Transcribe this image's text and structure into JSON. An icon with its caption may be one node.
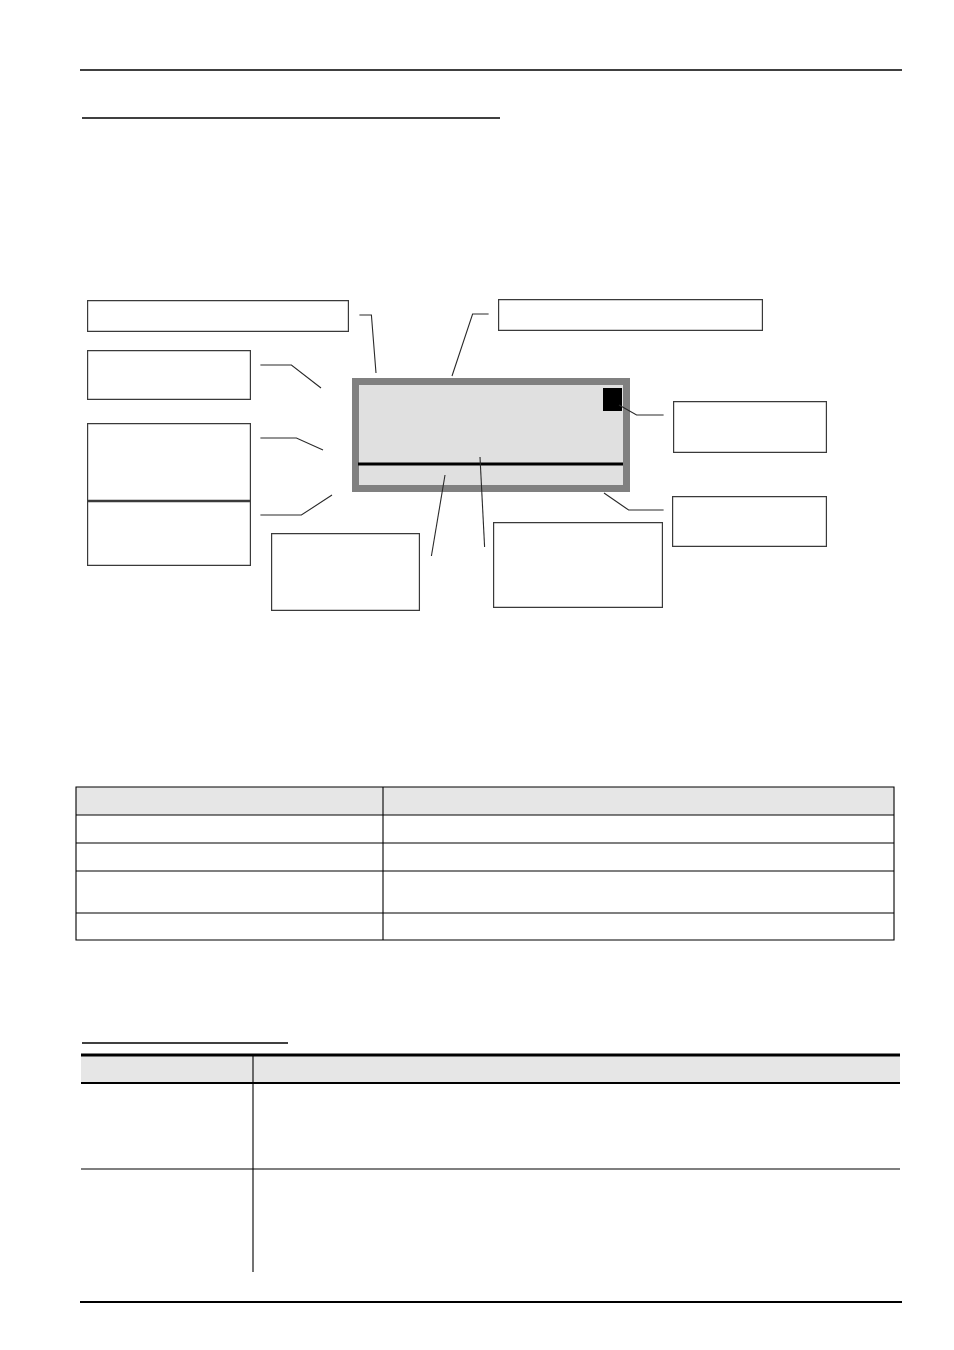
{
  "diagram": {
    "nodes": [
      {
        "text": [],
        "shape": "box"
      },
      {
        "text": [],
        "shape": "box"
      },
      {
        "text": [],
        "shape": "box"
      },
      {
        "text": [],
        "shape": "box"
      },
      {
        "text": [],
        "shape": "box"
      },
      {
        "text": [],
        "shape": "box"
      },
      {
        "text": [],
        "shape": "box"
      },
      {
        "text": [],
        "shape": "box"
      },
      {
        "text": [],
        "shape": "box"
      },
      {
        "text": [],
        "shape": "box"
      },
      {
        "text": [],
        "shape": "box",
        "in": 0
      }
    ],
    "edges": [
      {
        "from": 1,
        "to": 0,
        "arrow": "none"
      },
      {
        "from": 6,
        "to": 0,
        "arrow": "none"
      },
      {
        "from": 2,
        "to": 0,
        "arrow": "none"
      },
      {
        "from": 3,
        "to": 0,
        "arrow": "none"
      },
      {
        "from": 4,
        "to": 0,
        "arrow": "none"
      },
      {
        "from": 5,
        "to": 0,
        "arrow": "none"
      },
      {
        "from": 7,
        "to": 0,
        "arrow": "none"
      },
      {
        "from": 8,
        "to": 10,
        "arrow": "none"
      },
      {
        "from": 9,
        "to": 0,
        "arrow": "none"
      }
    ]
  }
}
